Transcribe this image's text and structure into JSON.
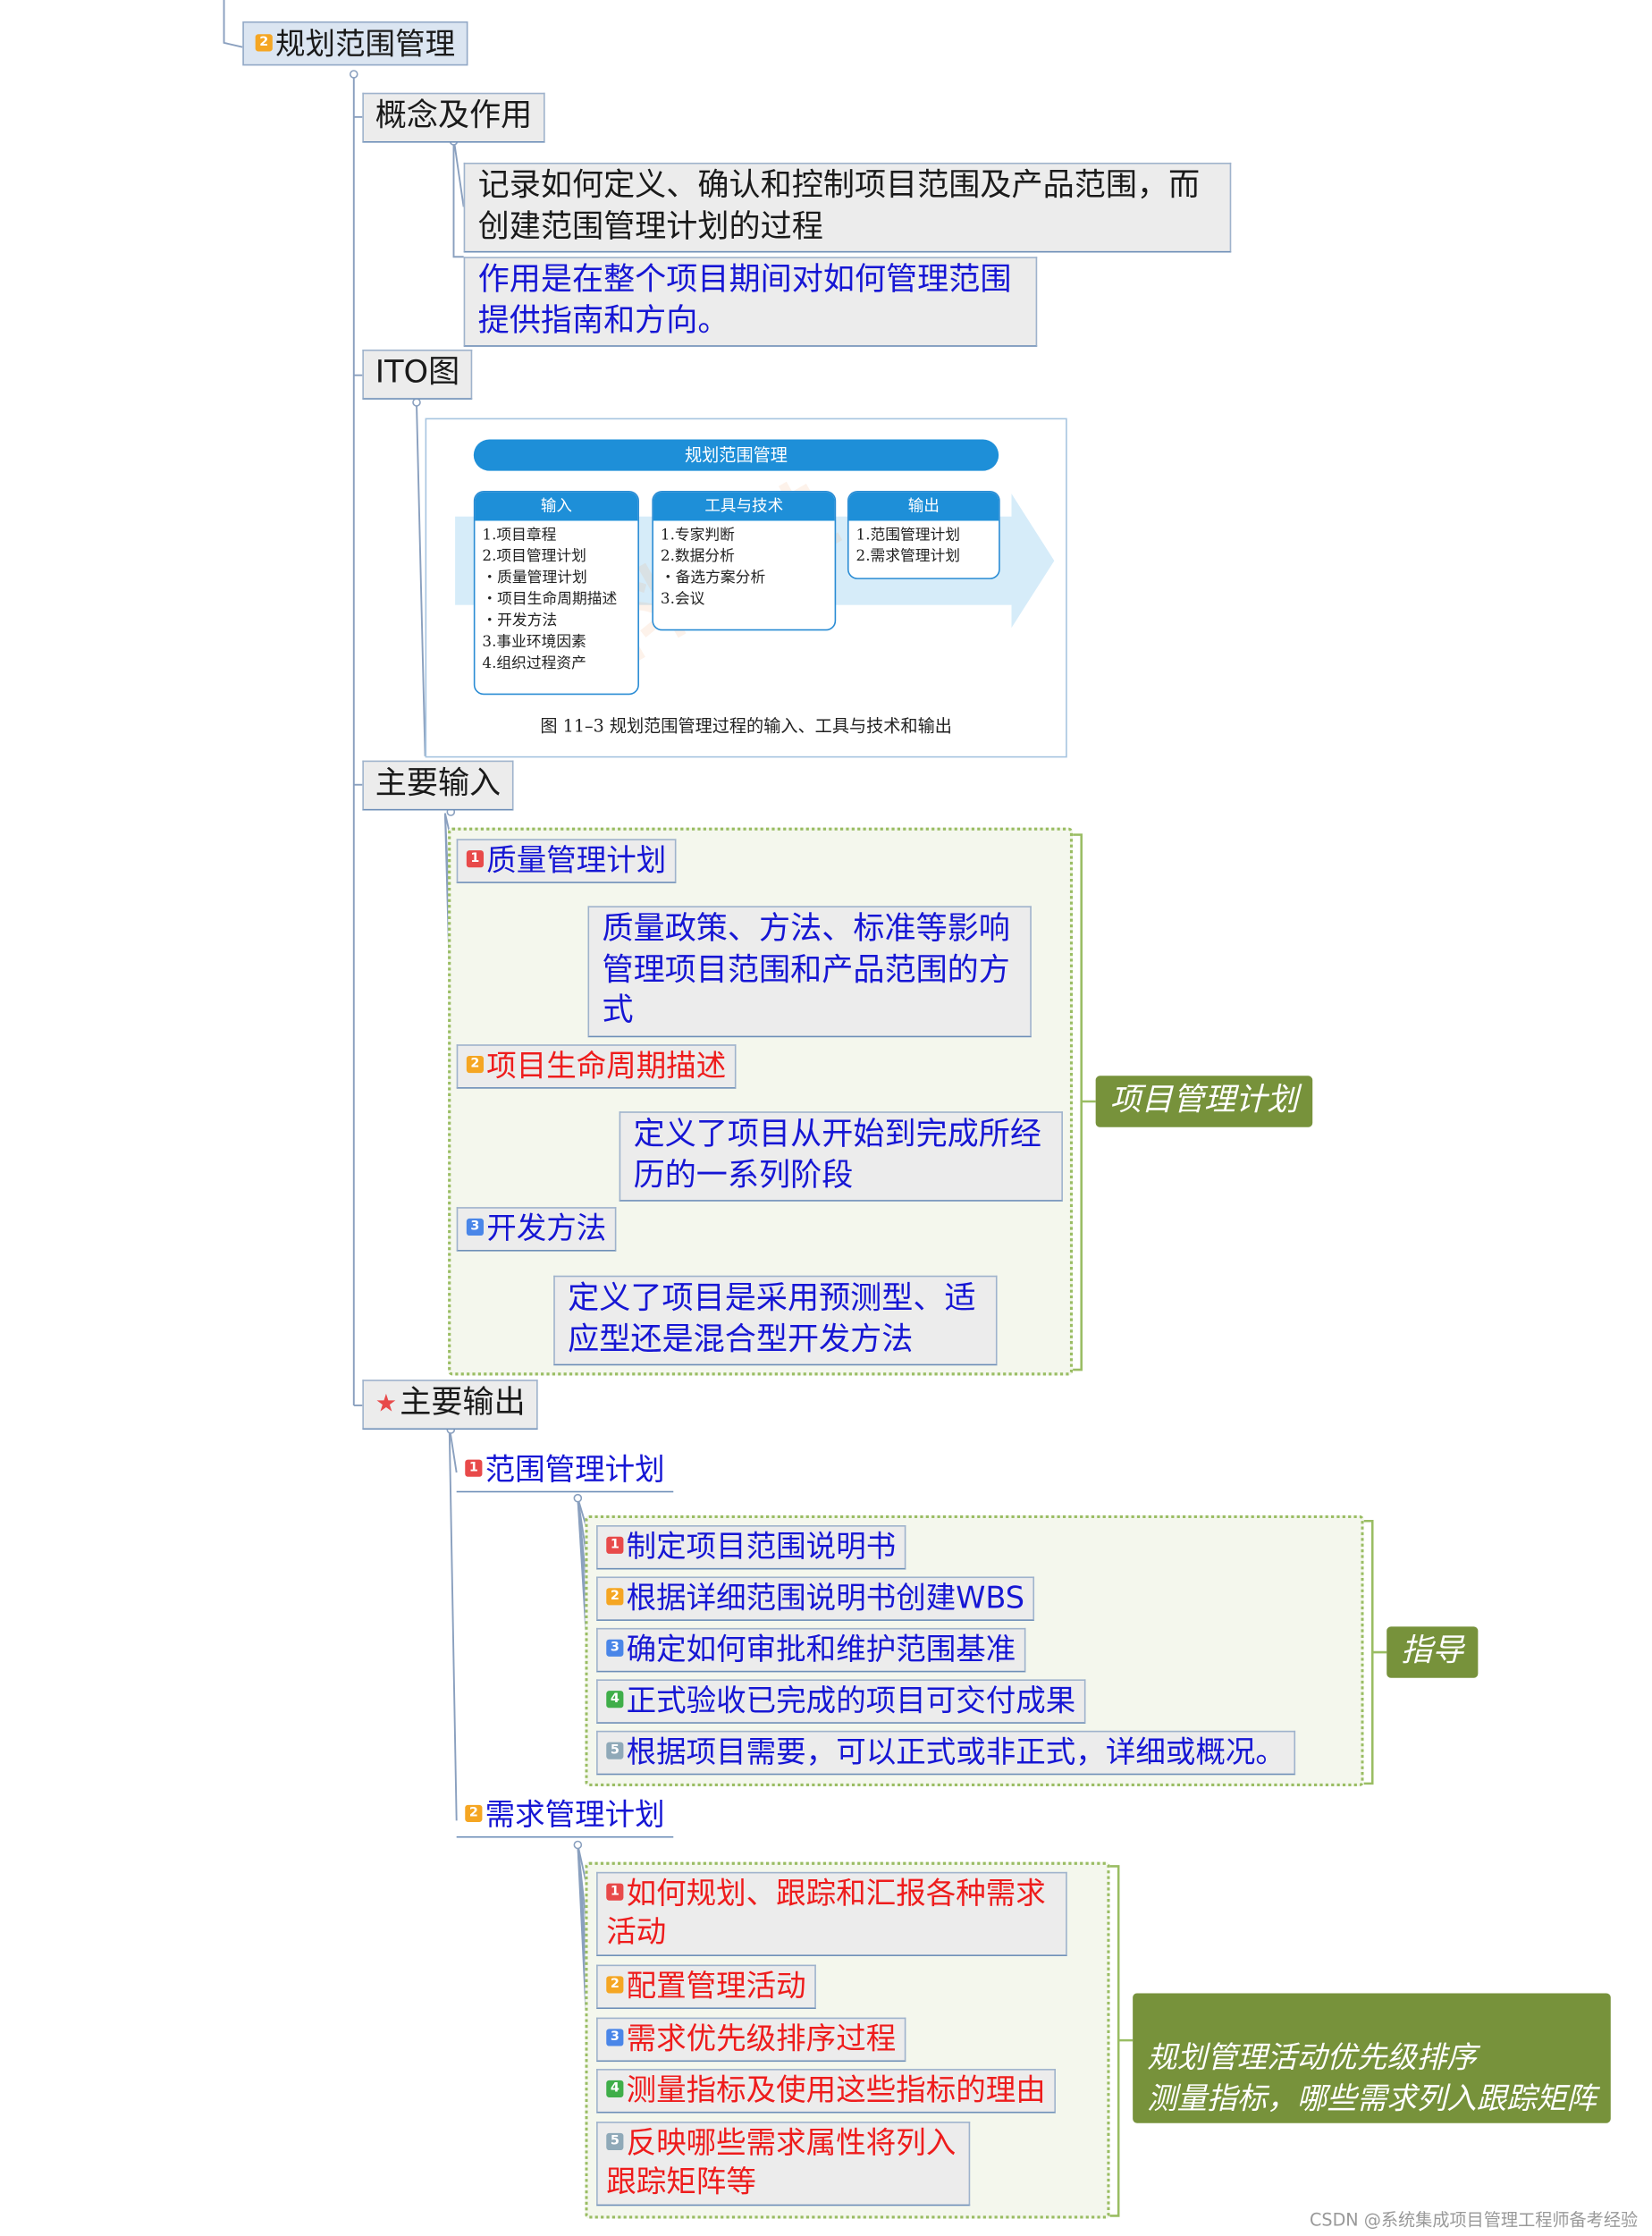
{
  "root": {
    "badge": "2",
    "label": "规划范围管理"
  },
  "concept": {
    "label": "概念及作用",
    "desc": "记录如何定义、确认和控制项目范围及产品范围，而创建范围管理计划的过程",
    "role": "作用是在整个项目期间对如何管理范围提供指南和方向。"
  },
  "ito": {
    "label": "ITO图",
    "figure": {
      "title": "规划范围管理",
      "inputs_head": "输入",
      "inputs": [
        "1.项目章程",
        "2.项目管理计划",
        "・质量管理计划",
        "・项目生命周期描述",
        "・开发方法",
        "3.事业环境因素",
        "4.组织过程资产"
      ],
      "tools_head": "工具与技术",
      "tools": [
        "1.专家判断",
        "2.数据分析",
        "・备选方案分析",
        "3.会议"
      ],
      "outputs_head": "输出",
      "outputs": [
        "1.范围管理计划",
        "2.需求管理计划"
      ],
      "caption": "图  11–3   规划范围管理过程的输入、工具与技术和输出",
      "watermark": "科科蛙"
    }
  },
  "inputs": {
    "label": "主要输入",
    "items": [
      {
        "badge": "1",
        "label": "质量管理计划",
        "desc": "质量政策、方法、标准等影响管理项目范围和产品范围的方式"
      },
      {
        "badge": "2",
        "label": "项目生命周期描述",
        "desc": "定义了项目从开始到完成所经历的一系列阶段"
      },
      {
        "badge": "3",
        "label": "开发方法",
        "desc": "定义了项目是采用预测型、适应型还是混合型开发方法"
      }
    ],
    "summary": "项目管理计划"
  },
  "outputs": {
    "label": "主要输出",
    "scope_plan": {
      "badge": "1",
      "label": "范围管理计划",
      "items": [
        {
          "badge": "1",
          "label": "制定项目范围说明书"
        },
        {
          "badge": "2",
          "label": "根据详细范围说明书创建WBS"
        },
        {
          "badge": "3",
          "label": "确定如何审批和维护范围基准"
        },
        {
          "badge": "4",
          "label": "正式验收已完成的项目可交付成果"
        },
        {
          "badge": "5",
          "label": "根据项目需要，可以正式或非正式，详细或概况。"
        }
      ],
      "summary": "指导"
    },
    "req_plan": {
      "badge": "2",
      "label": "需求管理计划",
      "items": [
        {
          "badge": "1",
          "label": "如何规划、跟踪和汇报各种需求活动"
        },
        {
          "badge": "2",
          "label": "配置管理活动"
        },
        {
          "badge": "3",
          "label": "需求优先级排序过程"
        },
        {
          "badge": "4",
          "label": "测量指标及使用这些指标的理由"
        },
        {
          "badge": "5",
          "label": "反映哪些需求属性将列入跟踪矩阵等"
        }
      ],
      "summary": "规划管理活动优先级排序\n测量指标，哪些需求列入跟踪矩阵"
    }
  },
  "footer": "CSDN @系统集成项目管理工程师备考经验",
  "colors": {
    "node_bg": "#ececec",
    "root_bg": "#dbe5f1",
    "group_bg": "#f4f7ed",
    "summary_bg": "#77923b",
    "blue_text": "#1616d4",
    "red_text": "#ee1c1c"
  }
}
